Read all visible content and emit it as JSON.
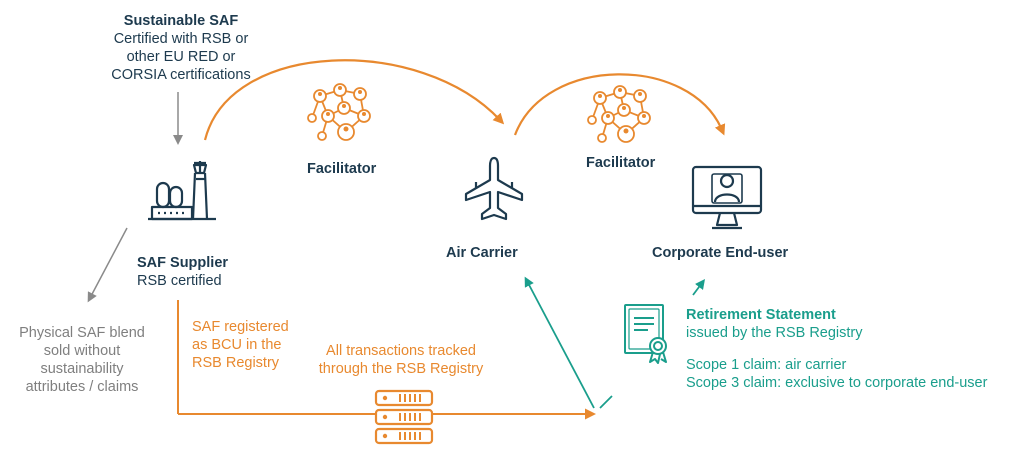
{
  "source": {
    "title": "Sustainable SAF",
    "lines": [
      "Certified with RSB or",
      "other EU RED or",
      "CORSIA certifications"
    ]
  },
  "supplier": {
    "title": "SAF Supplier",
    "subtitle": "RSB certified"
  },
  "physical_blend": {
    "lines": [
      "Physical SAF blend",
      "sold without",
      "sustainability",
      "attributes / claims"
    ]
  },
  "registered": {
    "lines": [
      "SAF registered",
      "as BCU in the",
      "RSB Registry"
    ]
  },
  "tracked": {
    "lines": [
      "All transactions tracked",
      "through the RSB Registry"
    ]
  },
  "facilitator_1": {
    "label": "Facilitator"
  },
  "facilitator_2": {
    "label": "Facilitator"
  },
  "air_carrier": {
    "label": "Air Carrier"
  },
  "end_user": {
    "label": "Corporate End-user"
  },
  "retirement": {
    "title": "Retirement Statement",
    "subtitle": "issued by the RSB Registry",
    "scope1": "Scope 1 claim: air carrier",
    "scope3": "Scope 3 claim: exclusive to corporate end-user"
  },
  "colors": {
    "navy": "#1d3a4e",
    "orange": "#e8892f",
    "teal": "#1a9e8c",
    "grey": "#8a8a8a"
  }
}
